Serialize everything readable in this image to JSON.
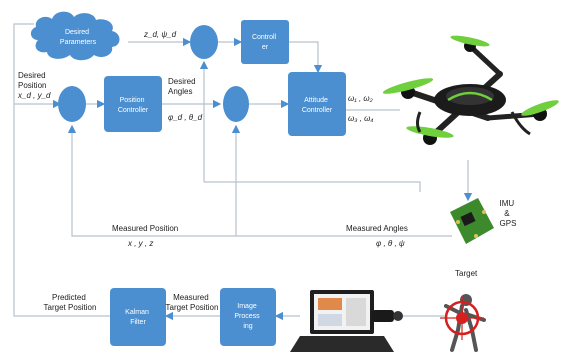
{
  "colors": {
    "block": "#4b8fd0",
    "wire": "#b8c2cc",
    "arrow": "#4b8fd0",
    "text": "#222222"
  },
  "blocks": {
    "desired_parameters": [
      "Desired",
      "Parameters"
    ],
    "controller": [
      "Controll",
      "er"
    ],
    "position_controller": [
      "Position",
      "Controller"
    ],
    "attitude_controller": [
      "Attitude",
      "Controller"
    ],
    "kalman_filter": [
      "Kalman",
      "Filter"
    ],
    "image_processing": [
      "Image",
      "Process",
      "ing"
    ]
  },
  "labels": {
    "z_psi": "z_d, ψ_d",
    "desired_position": [
      "Desired",
      "Position"
    ],
    "desired_position_sym": "x_d , y_d",
    "desired_angles": [
      "Desired",
      "Angles"
    ],
    "desired_angles_sym": "φ_d , θ_d",
    "omega_12": "ω₁ , ω₂",
    "omega_34": "ω₃ , ω₄",
    "measured_position": "Measured Position",
    "measured_position_sym": "x , y , z",
    "measured_angles": "Measured Angles",
    "measured_angles_sym": "φ , θ , ψ",
    "imu": [
      "IMU",
      "&",
      "GPS"
    ],
    "target": "Target",
    "predicted_target_position": [
      "Predicted",
      "Target Position"
    ],
    "measured_target_position": [
      "Measured",
      "Target Position"
    ]
  },
  "icons": {
    "drone": "quadcopter-drone",
    "imu": "imu-gps-circuit-board",
    "laptop": "laptop-computer",
    "camera": "usb-camera",
    "target": "person-target"
  }
}
